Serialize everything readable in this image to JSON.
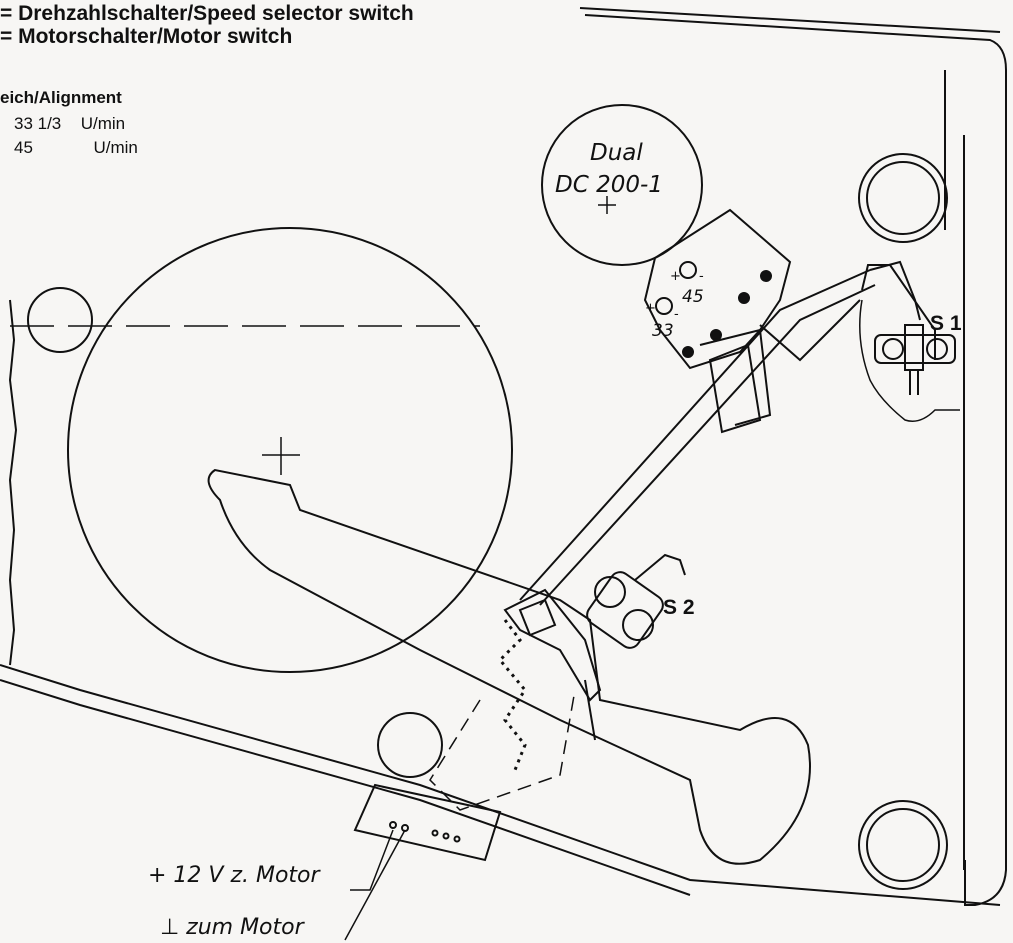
{
  "legend": {
    "line1": "= Drehzahlschalter/Speed selector switch",
    "line2": "= Motorschalter/Motor switch"
  },
  "alignment": {
    "heading": "eich/Alignment",
    "rows": [
      {
        "value": "33 1/3",
        "unit": "U/min"
      },
      {
        "value": "45",
        "unit": "U/min"
      }
    ]
  },
  "motor_label": {
    "line1": "Dual",
    "line2": "DC 200-1"
  },
  "switch_marks": {
    "speed_high": "45",
    "speed_low": "33",
    "plus": "+",
    "minus": "-"
  },
  "switches": {
    "s1": "S 1",
    "s2": "S 2"
  },
  "wiring_labels": {
    "plus_12v": "+ 12 V z. Motor",
    "ground": "⊥ zum Motor"
  },
  "colors": {
    "ink": "#111111",
    "paper": "#f7f6f4"
  }
}
